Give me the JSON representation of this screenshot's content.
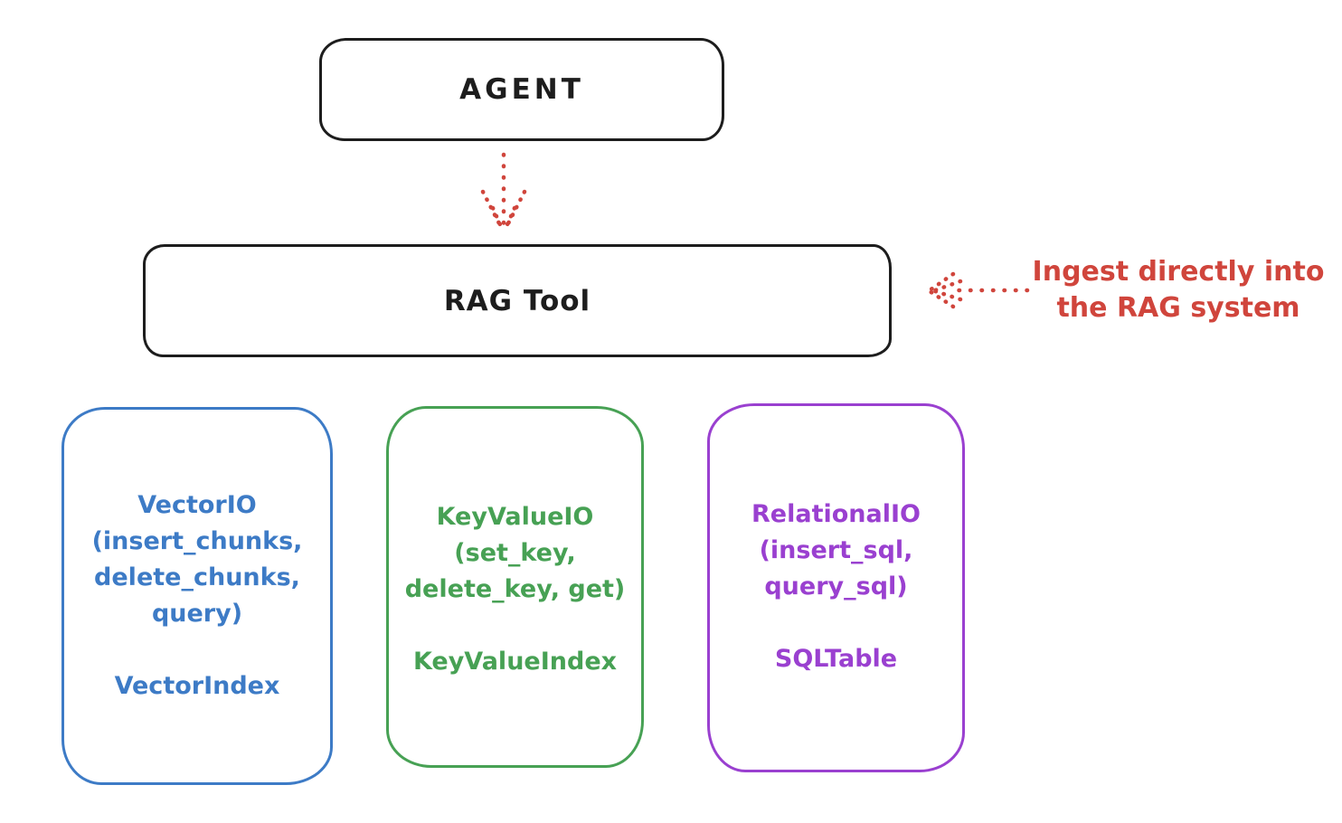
{
  "colors": {
    "ink": "#1d1d1d",
    "red": "#d0453c",
    "blue": "#3d7bc6",
    "green": "#47a154",
    "purple": "#9a40d0"
  },
  "agent": {
    "label": "AGENT"
  },
  "rag_tool": {
    "label": "RAG Tool"
  },
  "annotation": {
    "lines": [
      "Ingest directly into",
      "the RAG system"
    ]
  },
  "io_boxes": [
    {
      "name": "vector-io",
      "color": "#3d7bc6",
      "lines": [
        "VectorIO",
        "(insert_chunks,",
        "delete_chunks,",
        "query)"
      ],
      "index": "VectorIndex"
    },
    {
      "name": "keyvalue-io",
      "color": "#47a154",
      "lines": [
        "KeyValueIO",
        "(set_key,",
        "delete_key, get)"
      ],
      "index": "KeyValueIndex"
    },
    {
      "name": "relational-io",
      "color": "#9a40d0",
      "lines": [
        "RelationalIO",
        "(insert_sql,",
        "query_sql)"
      ],
      "index": "SQLTable"
    }
  ]
}
